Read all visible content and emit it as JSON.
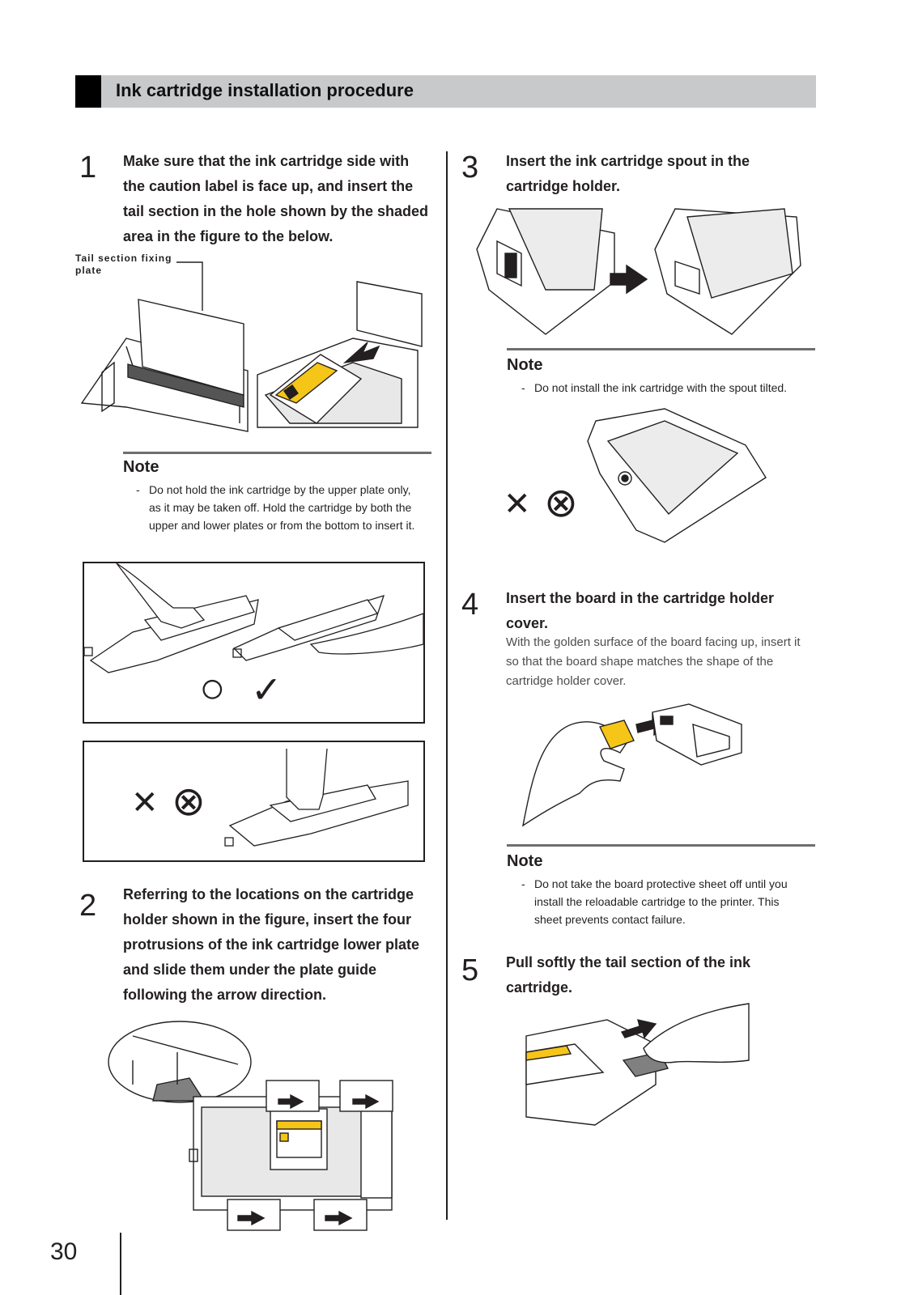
{
  "section": {
    "title": "Ink cartridge installation procedure"
  },
  "steps": [
    {
      "number": "1",
      "text": "Make sure that the ink cartridge side with the caution label is face up, and insert the tail section in the hole shown by the shaded area in the figure to the below."
    },
    {
      "number": "2",
      "text": "Referring to the locations on the cartridge holder shown in the figure, insert the four protrusions of the ink cartridge lower plate and slide them under the plate guide following the arrow direction."
    },
    {
      "number": "3",
      "text": "Insert the ink cartridge spout in the cartridge holder."
    },
    {
      "number": "4",
      "text": "Insert the board in the cartridge holder cover.",
      "body": "With the golden surface of the board facing up, insert it so that the board shape matches the shape of the cartridge holder cover."
    },
    {
      "number": "5",
      "text": "Pull softly the tail section of the ink cartridge."
    }
  ],
  "callout": {
    "tail_plate": "Tail section fixing plate"
  },
  "notes": [
    {
      "title": "Note",
      "dash": "-",
      "text": "Do not hold the ink cartridge by the upper plate only, as it may be taken off. Hold the cartridge by both the upper and lower plates or from the bottom to insert it."
    },
    {
      "title": "Note",
      "dash": "-",
      "text": "Do not install the ink cartridge with the spout tilted."
    },
    {
      "title": "Note",
      "dash": "-",
      "text": "Do not take the board protective sheet off until you install the reloadable cartridge to the printer. This sheet prevents contact failure."
    }
  ],
  "marks": {
    "ok_circle": "○",
    "ok_check": "✓",
    "ng_cross": "✕",
    "ng_circle": "⊗"
  },
  "colors": {
    "caution_label": "#f5c518",
    "shade": "#808080",
    "section_bar": "#c8c9ca"
  },
  "footer": {
    "page_number": "30"
  }
}
